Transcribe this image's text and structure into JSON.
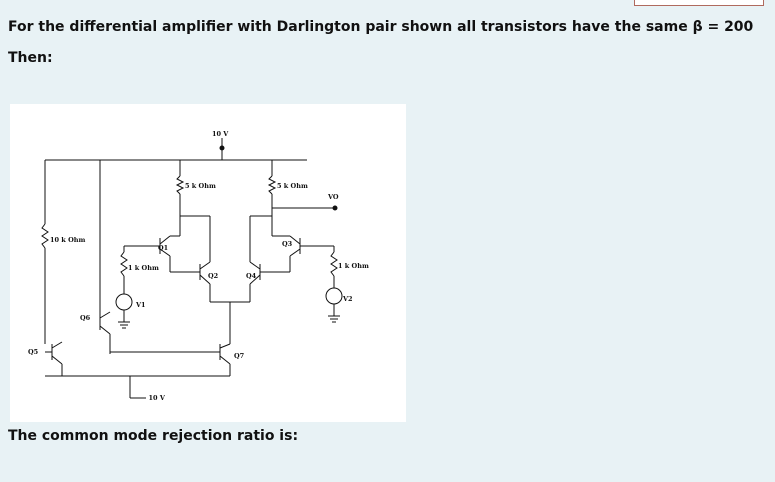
{
  "question": {
    "text": "For the differential amplifier with Darlington pair shown all transistors have the same β = 200",
    "then": "Then:"
  },
  "figure": {
    "supply_pos": "10 V",
    "supply_neg": "– 10 V",
    "rc_left": "5 k Ohm",
    "rc_right": "5 k Ohm",
    "r_bias": "10 k Ohm",
    "r_in_left": "1 k Ohm",
    "r_in_right": "1 k Ohm",
    "output": "VO",
    "input_left": "V1",
    "input_right": "V2",
    "transistors": {
      "q1": "Q1",
      "q2": "Q2",
      "q3": "Q3",
      "q4": "Q4",
      "q5": "Q5",
      "q6": "Q6",
      "q7": "Q7"
    }
  },
  "prompt": "The common mode rejection ratio is:"
}
